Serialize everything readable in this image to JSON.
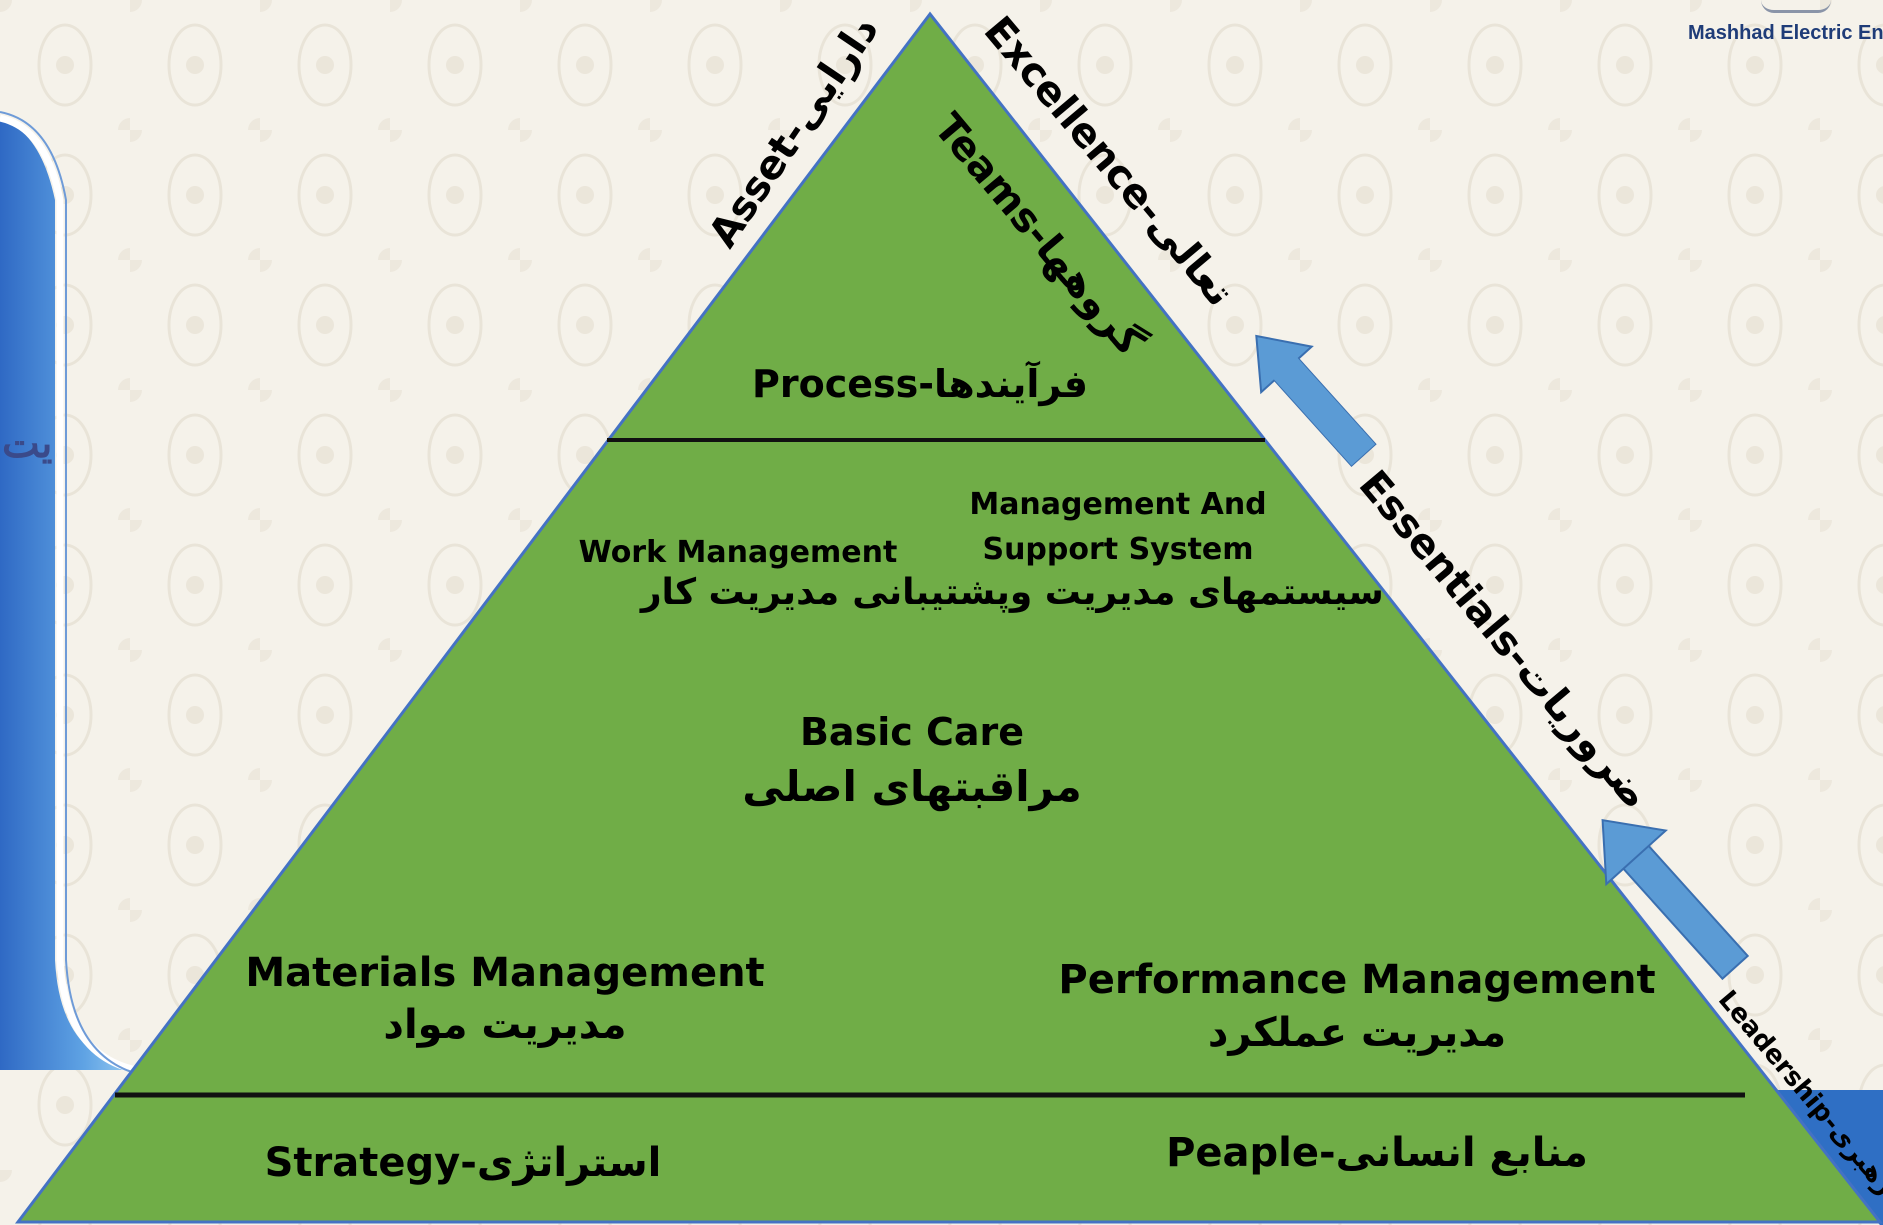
{
  "brand": {
    "text": "Mashhad Electric Ene"
  },
  "side_fragment": "يت",
  "pyramid": {
    "top": {
      "left_diag": "Asset-دارایی",
      "right_diag": "Teams-گروهها",
      "center": "Process-فرآیندها"
    },
    "middle": {
      "work_management": {
        "en": "Work Management",
        "fa": "مدیریت کار"
      },
      "support_system": {
        "en_line1": "Management And",
        "en_line2": "Support System",
        "fa": "سیستمهای مدیریت وپشتیبانی"
      },
      "basic_care": {
        "en": "Basic Care",
        "fa": "مراقبتهای اصلی"
      },
      "materials": {
        "en": "Materials Management",
        "fa": "مدیریت مواد"
      },
      "performance": {
        "en": "Performance Management",
        "fa": "مدیریت عملکرد"
      }
    },
    "bottom": {
      "strategy": "Strategy-استراتژی",
      "people": "Peaple-منابع انسانی"
    }
  },
  "right_side": {
    "excellence": "Excellence-تعالی",
    "essentials": "Essentials-ضروریات",
    "leadership": "Leadership-رهبری"
  },
  "colors": {
    "pyramid_fill": "#70ad47",
    "pyramid_edge": "#4472c4",
    "arrow_fill": "#5b9bd5",
    "background": "#f5f2ea",
    "left_panel": "#3f7fd0"
  }
}
